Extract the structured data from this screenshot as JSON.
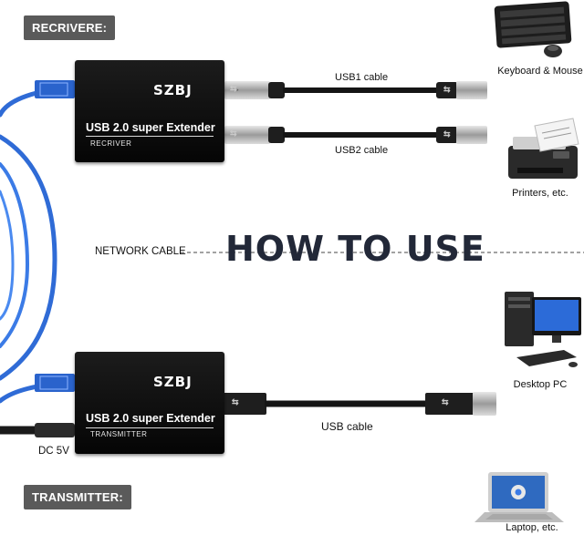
{
  "tags": {
    "receiver": "RECRIVERE:",
    "transmitter": "TRANSMITTER:"
  },
  "title": "HOW TO USE",
  "receiver_box": {
    "brand": "SZBJ",
    "product": "USB 2.0 super Extender",
    "sub": "RECRIVER"
  },
  "transmitter_box": {
    "brand": "SZBJ",
    "product": "USB 2.0 super Extender",
    "sub": "TRANSMITTER"
  },
  "cables": {
    "usb1": "USB1 cable",
    "usb2": "USB2 cable",
    "usb": "USB cable",
    "network": "NETWORK CABLE",
    "power": "DC 5V"
  },
  "devices": {
    "keyboard": "Keyboard & Mouse",
    "printer": "Printers, etc.",
    "desktop": "Desktop PC",
    "laptop": "Laptop, etc."
  },
  "colors": {
    "network_cable": "#2f6bd6",
    "tag_bg": "#5a5a5a",
    "title": "#222838",
    "box": "#0b0b0b"
  }
}
